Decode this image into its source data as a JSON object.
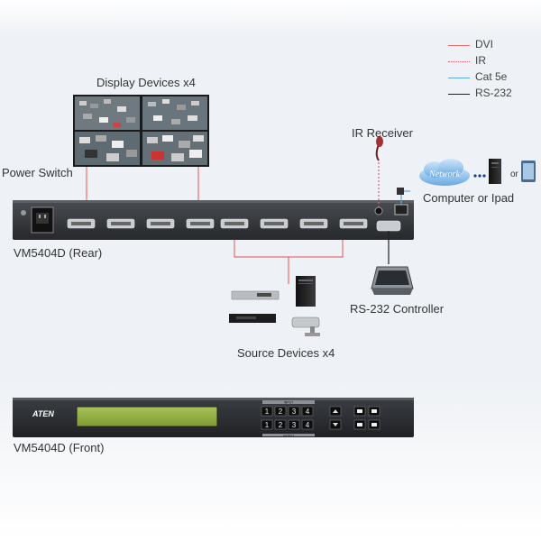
{
  "legend": [
    {
      "label": "DVI",
      "color": "#e8706a",
      "style": "solid"
    },
    {
      "label": "IR",
      "color": "#d9607a",
      "style": "dotted"
    },
    {
      "label": "Cat 5e",
      "color": "#5fa7d4",
      "style": "solid"
    },
    {
      "label": "RS-232",
      "color": "#222222",
      "style": "solid"
    }
  ],
  "labels": {
    "display_devices": "Display Devices x4",
    "power_switch": "Power Switch",
    "ir_receiver": "IR Receiver",
    "network": "Network",
    "computer_or_ipad": "Computer or Ipad",
    "or": "or",
    "rear_unit": "VM5404D (Rear)",
    "rs232_controller": "RS-232 Controller",
    "source_devices": "Source Devices x4",
    "front_unit": "VM5404D (Front)",
    "brand": "ATEN"
  },
  "keypad": {
    "input_header": "INPUT",
    "output_header": "OUTPUT",
    "input_keys": [
      "1",
      "2",
      "3",
      "4"
    ],
    "output_keys": [
      "1",
      "2",
      "3",
      "4"
    ]
  }
}
